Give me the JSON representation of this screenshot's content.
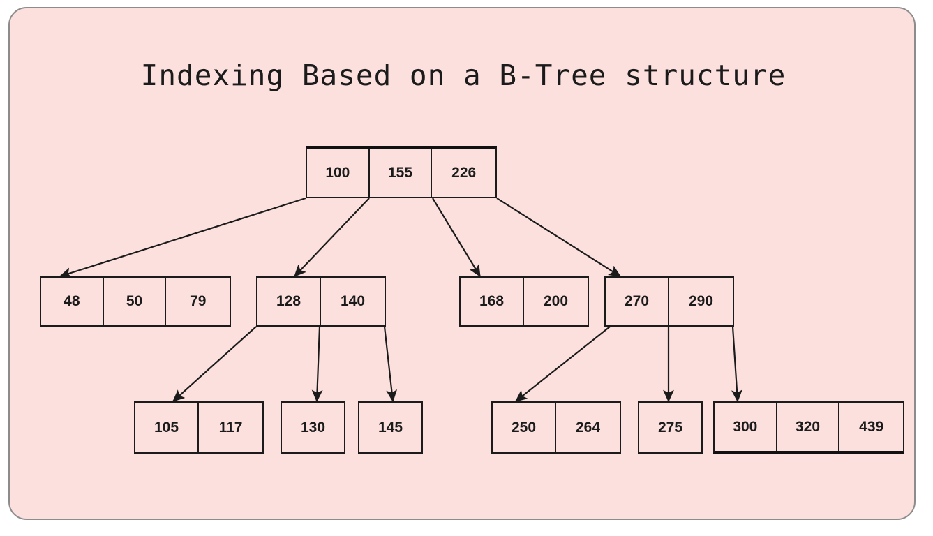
{
  "page": {
    "title": "Indexing Based on a B-Tree structure",
    "background_color": "#ffffff",
    "panel_color": "#fce0dd",
    "panel_border_color": "#8c8c8c",
    "ink_color": "#1b1b1b"
  },
  "chart_data": {
    "type": "diagram",
    "diagram_kind": "b-tree",
    "title": "Indexing Based on a B-Tree structure",
    "levels": [
      {
        "level": 0,
        "nodes": [
          {
            "id": "root",
            "keys": [
              "100",
              "155",
              "226"
            ]
          }
        ]
      },
      {
        "level": 1,
        "nodes": [
          {
            "id": "n1",
            "keys": [
              "48",
              "50",
              "79"
            ]
          },
          {
            "id": "n2",
            "keys": [
              "128",
              "140"
            ]
          },
          {
            "id": "n3",
            "keys": [
              "168",
              "200"
            ]
          },
          {
            "id": "n4",
            "keys": [
              "270",
              "290"
            ]
          }
        ]
      },
      {
        "level": 2,
        "nodes": [
          {
            "id": "l1",
            "keys": [
              "105",
              "117"
            ]
          },
          {
            "id": "l2",
            "keys": [
              "130"
            ]
          },
          {
            "id": "l3",
            "keys": [
              "145"
            ]
          },
          {
            "id": "l4",
            "keys": [
              "250",
              "264"
            ]
          },
          {
            "id": "l5",
            "keys": [
              "275"
            ]
          },
          {
            "id": "l6",
            "keys": [
              "300",
              "320",
              "439"
            ]
          }
        ]
      }
    ],
    "edges": [
      {
        "from": "root",
        "to": "n1"
      },
      {
        "from": "root",
        "to": "n2"
      },
      {
        "from": "root",
        "to": "n3"
      },
      {
        "from": "root",
        "to": "n4"
      },
      {
        "from": "n2",
        "to": "l1"
      },
      {
        "from": "n2",
        "to": "l2"
      },
      {
        "from": "n2",
        "to": "l3"
      },
      {
        "from": "n4",
        "to": "l4"
      },
      {
        "from": "n4",
        "to": "l5"
      },
      {
        "from": "n4",
        "to": "l6"
      }
    ]
  },
  "nodes": {
    "root": {
      "k0": "100",
      "k1": "155",
      "k2": "226"
    },
    "n1": {
      "k0": "48",
      "k1": "50",
      "k2": "79"
    },
    "n2": {
      "k0": "128",
      "k1": "140"
    },
    "n3": {
      "k0": "168",
      "k1": "200"
    },
    "n4": {
      "k0": "270",
      "k1": "290"
    },
    "l1": {
      "k0": "105",
      "k1": "117"
    },
    "l2": {
      "k0": "130"
    },
    "l3": {
      "k0": "145"
    },
    "l4": {
      "k0": "250",
      "k1": "264"
    },
    "l5": {
      "k0": "275"
    },
    "l6": {
      "k0": "300",
      "k1": "320",
      "k2": "439"
    }
  }
}
